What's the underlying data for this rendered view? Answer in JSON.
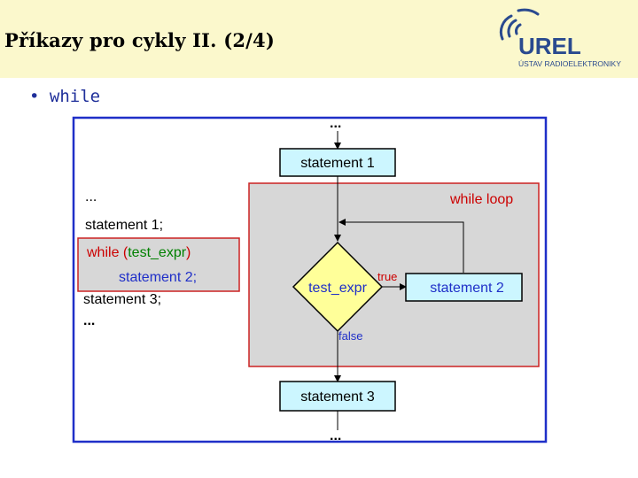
{
  "slide": {
    "title": "Příkazy pro cykly II. (2/4)",
    "bullet_marker": "•",
    "bullet_text": "while"
  },
  "logo": {
    "name": "UREL",
    "subtitle": "ÚSTAV RADIOELEKTRONIKY"
  },
  "code": {
    "line_dots_top": "...",
    "line_stmt1_text": "statement 1",
    "line_stmt1_semicolon": ";",
    "while_keyword": "while (",
    "while_condition": "test_expr",
    "while_close": ")",
    "line_stmt2": "statement 2;",
    "line_stmt3_text": "statement 3",
    "line_stmt3_semicolon": ";",
    "line_dots_bottom": "..."
  },
  "flowchart": {
    "dots_top": "...",
    "box_statement1": "statement 1",
    "loop_label": "while loop",
    "decision": "test_expr",
    "true_label": "true",
    "false_label": "false",
    "box_statement2": "statement 2",
    "box_statement3": "statement 3",
    "dots_bottom": "..."
  },
  "colors": {
    "header_bg": "#fbf8cc",
    "frame_blue": "#1f2fc8",
    "box_fill": "#ccf6ff",
    "decision_fill": "#ffff99",
    "loop_bg": "#d7d7d7",
    "loop_border": "#cc2222",
    "keyword_red": "#cc0000",
    "expr_green": "#008000",
    "text_blue": "#1f2fc8",
    "logo_blue": "#2a4a8f"
  }
}
